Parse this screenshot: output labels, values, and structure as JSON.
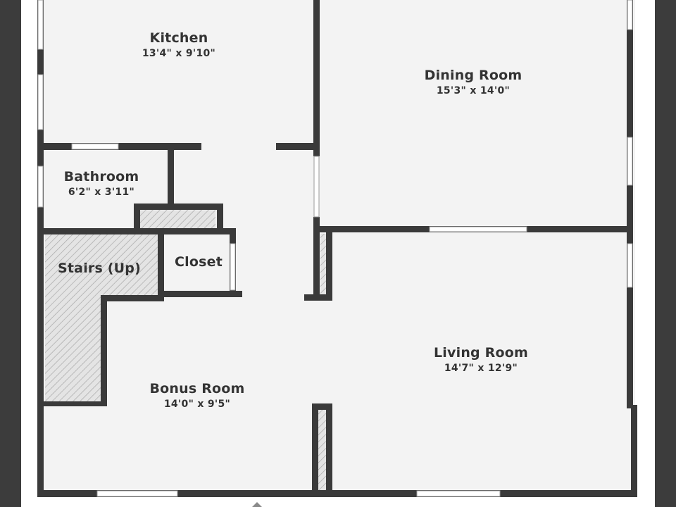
{
  "rooms": {
    "kitchen": {
      "name": "Kitchen",
      "dims": "13'4\" x 9'10\""
    },
    "dining": {
      "name": "Dining Room",
      "dims": "15'3\" x 14'0\""
    },
    "bathroom": {
      "name": "Bathroom",
      "dims": "6'2\" x 3'11\""
    },
    "stairs": {
      "name": "Stairs (Up)"
    },
    "closet": {
      "name": "Closet"
    },
    "living": {
      "name": "Living Room",
      "dims": "14'7\" x 12'9\""
    },
    "bonus": {
      "name": "Bonus Room",
      "dims": "14'0\" x 9'5\""
    }
  },
  "colors": {
    "wall": "#3a3a3a",
    "floor": "#f3f3f3",
    "window": "#ffffff",
    "hatch": "#b0b0b0",
    "label": "#333333"
  }
}
